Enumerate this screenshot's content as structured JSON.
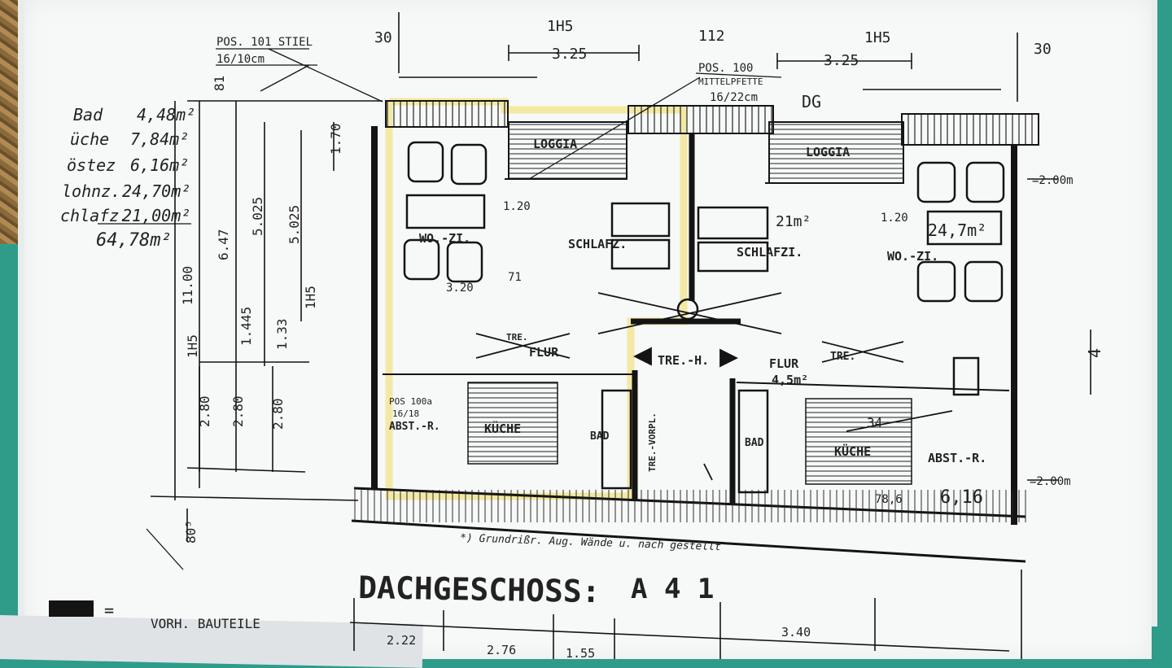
{
  "area_list": {
    "items": [
      {
        "label": "Bad",
        "value": "4,48m²"
      },
      {
        "label": "üche",
        "value": "7,84m²"
      },
      {
        "label": "östez",
        "value": "6,16m²"
      },
      {
        "label": "lohnz.",
        "value": "24,70m²"
      },
      {
        "label": "chlafz.",
        "value": "21,00m²"
      }
    ],
    "total": "64,78m²"
  },
  "posts": {
    "pos101": {
      "title": "POS. 101 STIEL",
      "size": "16/10cm"
    },
    "pos100": {
      "title": "POS. 100",
      "sub": "MITTELPFETTE",
      "size": "16/22cm"
    },
    "pos100a": {
      "title": "POS 100a",
      "size": "16/18"
    }
  },
  "top_dims": {
    "left_30": "30",
    "hs1": "1H5",
    "d1": "3.25",
    "d112": "112",
    "hs2": "1H5",
    "d2": "3.25",
    "right_30": "30"
  },
  "left_dims": {
    "d11": "11.00",
    "d647": "6.47",
    "d5025a": "5.025",
    "d5025b": "5.025",
    "d170": "1.70",
    "d081": "81",
    "d145": "1.445",
    "d133": "1.33",
    "d280a": "2.80",
    "d280b": "2.80",
    "d280c": "2.80",
    "h5a": "1H5",
    "h5b": "1H5",
    "d805": "80⁵"
  },
  "rooms": {
    "loggia_left": "LOGGIA",
    "loggia_right": "LOGGIA",
    "wo_left": "WO.-ZI.",
    "wo_right": "WO.-ZI.",
    "schlafz_left": "SCHLAFZ.",
    "schlafz_right": "SCHLAFZI.",
    "flur_left": "FLUR",
    "flur_right": "FLUR",
    "flur_right_area": "4,5m²",
    "tre_left": "TRE.",
    "tre_center": "TRE.-H.",
    "tre_right": "TRE.",
    "tre_vorpl": "TRE.-VORPL.",
    "kuche_left": "KÜCHE",
    "kuche_right": "KÜCHE",
    "abst_left": "ABST.-R.",
    "abst_right": "ABST.-R.",
    "bad_left": "BAD",
    "bad_right": "BAD",
    "area_247": "24,7m²",
    "area_21": "21m²",
    "area_616": "6,16",
    "area_786": "78,6",
    "area_34": "34",
    "d320": "3.20",
    "d120a": "1.20",
    "d120b": "1.20",
    "d71": "71",
    "d200a": "=2.00m",
    "d200b": "=2.00m",
    "d4": "4",
    "mark_x": "DG"
  },
  "note": "*) Grundrißr. Aug. Wände u. nach gestellt",
  "floor_title": "DACHGESCHOSS:",
  "floor_number": "A 4 1",
  "legend": {
    "label": "VORH. BAUTEILE"
  },
  "bottom_dims": {
    "d222": "2.22",
    "d276": "2.76",
    "d155": "1.55",
    "d340": "3.40"
  },
  "colors": {
    "highlight": "#f2e79a",
    "ink": "#141414",
    "paper": "#f7f8f8",
    "teal": "#2f9c8a"
  }
}
